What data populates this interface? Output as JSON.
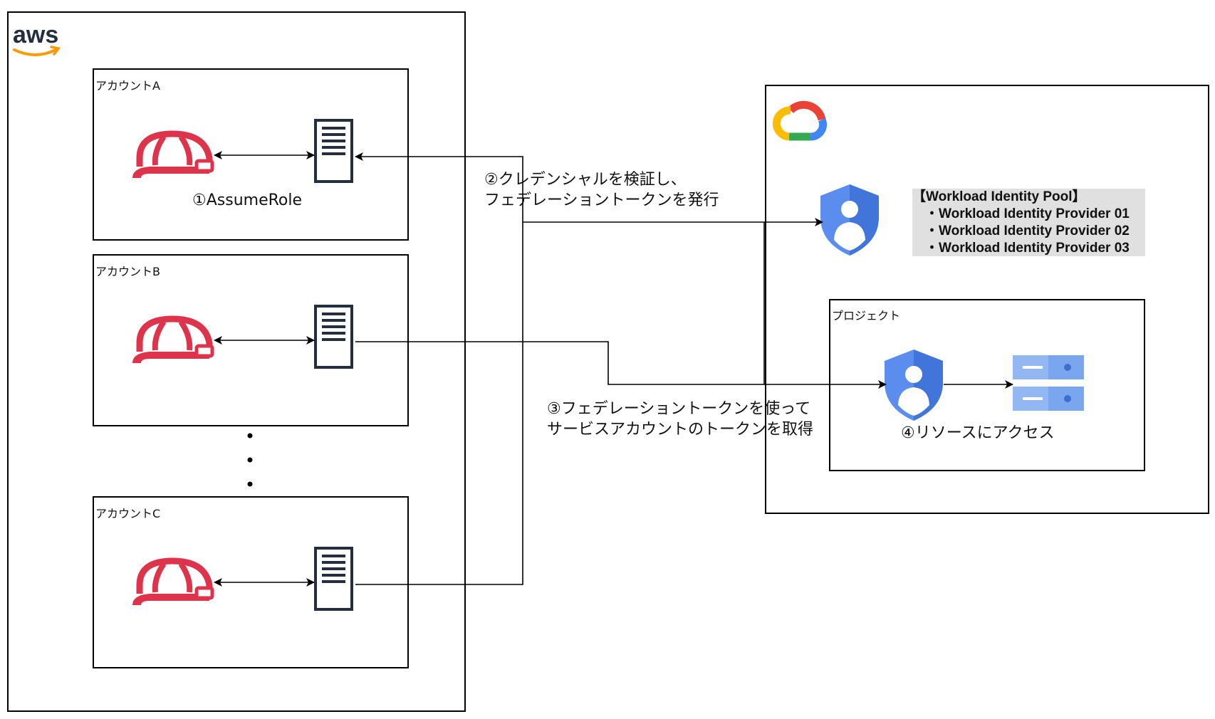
{
  "aws_logo_text": "aws",
  "accounts": [
    {
      "label": "アカウントA"
    },
    {
      "label": "アカウントB"
    },
    {
      "label": "アカウントC"
    }
  ],
  "steps": {
    "step1": "①AssumeRole",
    "step2_line1": "②クレデンシャルを検証し、",
    "step2_line2": "フェデレーショントークンを発行",
    "step3_line1": "③フェデレーショントークンを使って",
    "step3_line2": "サービスアカウントのトークンを取得",
    "step4": "④リソースにアクセス"
  },
  "pool": {
    "title": "【Workload Identity Pool】",
    "providers": [
      "・Workload Identity Provider 01",
      "・Workload Identity Provider 02",
      "・Workload Identity Provider 03"
    ]
  },
  "project_label": "プロジェクト",
  "colors": {
    "aws_orange": "#ff9900",
    "aws_logo_text": "#232f3e",
    "helmet": "#dd344c",
    "server": "#232f3e",
    "gcp_blue": "#4285f4",
    "gcp_red": "#ea4335",
    "gcp_yellow": "#fbbc05",
    "gcp_green": "#34a853",
    "pool_bg": "#e0e0e0"
  },
  "icons": {
    "role": "helmet-icon",
    "server": "server-icon",
    "identity": "identity-shield-icon",
    "storage": "storage-icon",
    "gcp_logo": "google-cloud-logo-icon"
  }
}
